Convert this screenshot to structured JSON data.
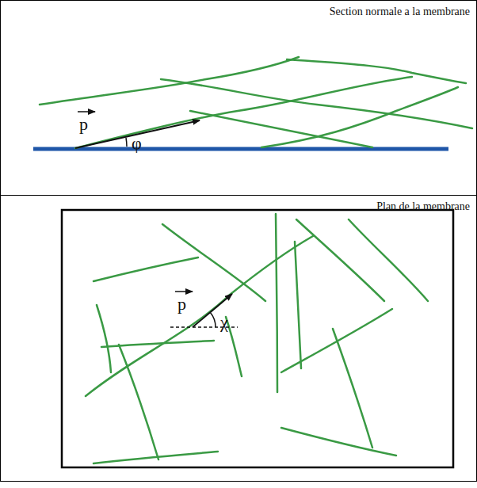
{
  "diagram": {
    "nodes": [
      {
        "text": [
          "Section normale a la membrane"
        ]
      },
      {
        "text": [
          "Plan de la membrane"
        ]
      }
    ],
    "labels": [
      "p",
      "φ",
      "p",
      "χ"
    ]
  }
}
